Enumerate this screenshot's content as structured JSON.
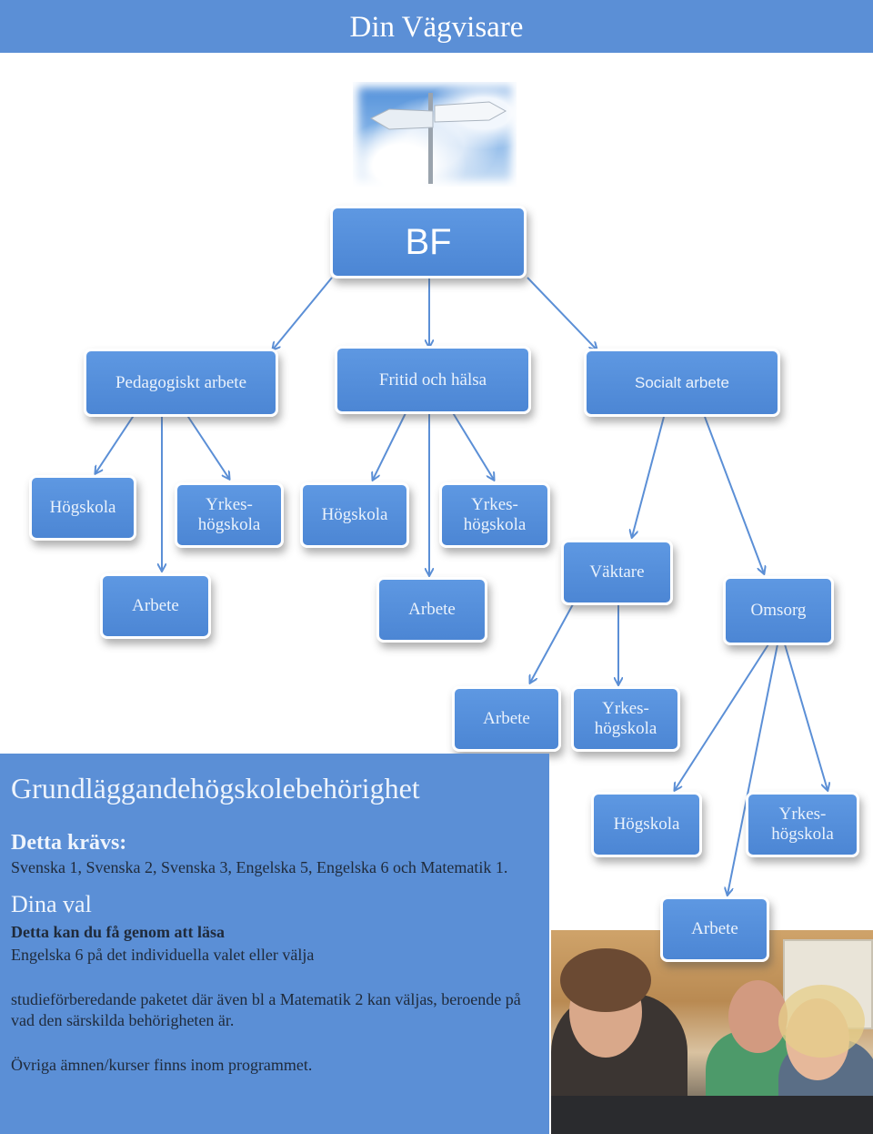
{
  "header": {
    "title": "Din Vägvisare"
  },
  "diagram": {
    "root": "BF",
    "programs": [
      "Pedagogiskt arbete",
      "Fritid och hälsa",
      "Socialt arbete"
    ],
    "level2": {
      "pedagog_hogskola": "Högskola",
      "pedagog_yh": [
        "Yrkes-",
        "högskola"
      ],
      "pedagog_arbete": "Arbete",
      "fritid_hogskola": "Högskola",
      "fritid_yh": [
        "Yrkes-",
        "högskola"
      ],
      "fritid_arbete": "Arbete",
      "social_vaktare": "Väktare",
      "social_omsorg": "Omsorg"
    },
    "level3": {
      "vaktare_arbete": "Arbete",
      "vaktare_yh": [
        "Yrkes-",
        "högskola"
      ],
      "omsorg_hogskola": "Högskola",
      "omsorg_yh": [
        "Yrkes-",
        "högskola"
      ],
      "omsorg_arbete": "Arbete"
    }
  },
  "info": {
    "title": "Grundläggandehögskolebehörighet",
    "requires_heading": "Detta krävs:",
    "requires_text": "Svenska 1, Svenska 2, Svenska 3, Engelska 5, Engelska 6 och Matematik 1.",
    "choices_heading": "Dina val",
    "choices_bold": "Detta kan du få genom att läsa",
    "choices_line": "Engelska 6 på det individuella valet eller välja",
    "choices_text": "studieförberedande paketet där även bl a Matematik  2 kan väljas, beroende på vad den  särskilda behörigheten är.",
    "other": "Övriga ämnen/kurser finns inom programmet."
  },
  "colors": {
    "header_bg": "#5b8fd6",
    "node_bg": "#5289d8",
    "info_bg": "#5b8fd6",
    "arrow": "#5b8fd6"
  }
}
